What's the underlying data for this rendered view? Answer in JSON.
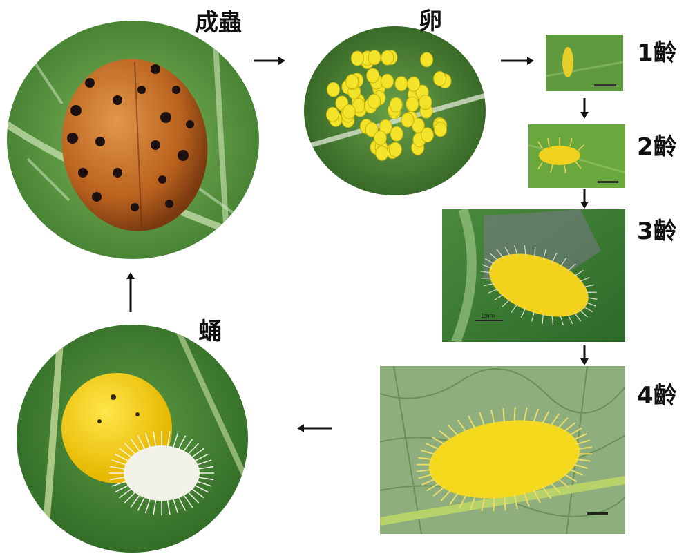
{
  "stages": {
    "adult": "成蟲",
    "egg": "卵",
    "instar1": "1齡",
    "instar2": "2齡",
    "instar3": "3齡",
    "instar4": "4齡",
    "pupa": "蛹"
  },
  "scale_labels": {
    "instar3": "1mm"
  },
  "colors": {
    "leaf": "#4f8f3a",
    "leaf_light": "#8fc26a",
    "beetle": "#c8742a",
    "larva_yellow": "#f2d21a",
    "arrow": "#111111"
  }
}
